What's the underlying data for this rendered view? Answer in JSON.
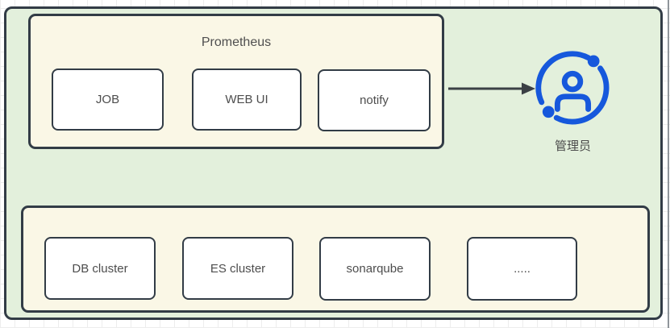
{
  "colors": {
    "container_green": "#e3f0dc",
    "group_cream": "#faf7e6",
    "border_dark": "#323c46",
    "node_fill": "#ffffff",
    "text_gray": "#4d4d4d",
    "arrow_dark": "#3b4045",
    "admin_blue": "#1658dc"
  },
  "prometheus_group": {
    "title": "Prometheus",
    "nodes": [
      {
        "label": "JOB"
      },
      {
        "label": "WEB UI"
      },
      {
        "label": "notify"
      }
    ]
  },
  "admin": {
    "label": "管理员",
    "icon": "admin-user-icon"
  },
  "cluster_group": {
    "nodes": [
      {
        "label": "DB cluster"
      },
      {
        "label": "ES cluster"
      },
      {
        "label": "sonarqube"
      },
      {
        "label": "....."
      }
    ]
  }
}
